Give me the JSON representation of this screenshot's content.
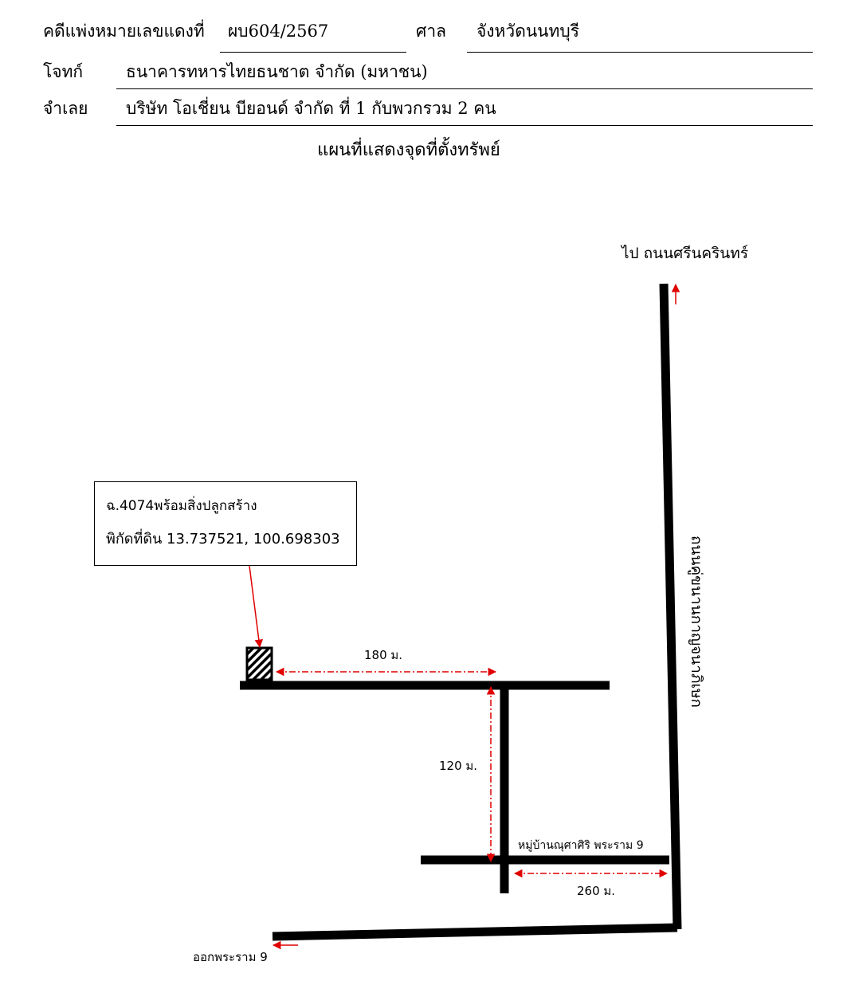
{
  "header": {
    "case_label": "คดีแพ่งหมายเลขแดงที่",
    "case_number": "ผบ604/2567",
    "court_label": "ศาล",
    "court_name": "จังหวัดนนทบุรี",
    "plaintiff_label": "โจทก์",
    "plaintiff_name": "ธนาคารทหารไทยธนชาต จำกัด (มหาชน)",
    "defendant_label": "จำเลย",
    "defendant_name": "บริษัท โอเชี่ยน บียอนด์ จำกัด  ที่ 1 กับพวกรวม 2 คน"
  },
  "map": {
    "title": "แผนที่แสดงจุดที่ตั้งทรัพย์",
    "callout": {
      "line1": "ฉ.4074พร้อมสิ่งปลูกสร้าง",
      "line2": "พิกัดที่ดิน 13.737521, 100.698303"
    },
    "labels": {
      "to_srinakarin": "ไป ถนนศรีนครินทร์",
      "road_name": "ถนนคู่ขนานกาญจนาภิเษก",
      "village": "หมู่บ้านณุศาศิริ พระราม 9",
      "exit_rama9": "ออกพระราม 9"
    },
    "distances": {
      "d1": "180 ม.",
      "d2": "120 ม.",
      "d3": "260 ม."
    },
    "colors": {
      "road": "#000000",
      "arrow": "#e00000",
      "property_marker": "#000000"
    }
  }
}
